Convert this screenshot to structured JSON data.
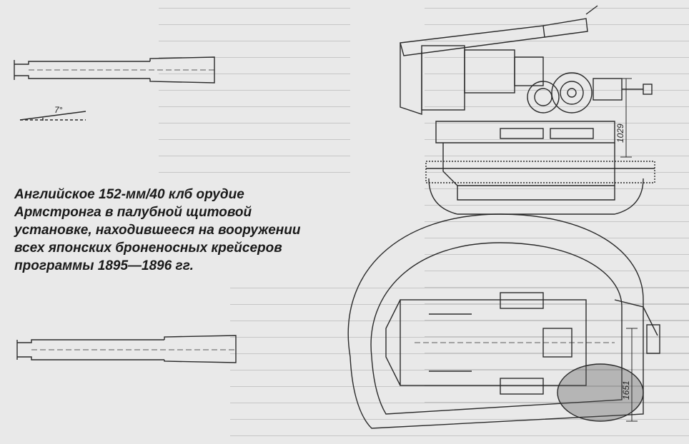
{
  "caption": {
    "text": "Английское 152-мм/40 клб орудие Армстронга в палубной щитовой установке, находившееся на вооружении всех японских броненосных крейсеров программы 1895—1896 гг."
  },
  "dimensions": {
    "angle": "7°",
    "height_top": "1029",
    "height_bottom": "1651"
  }
}
